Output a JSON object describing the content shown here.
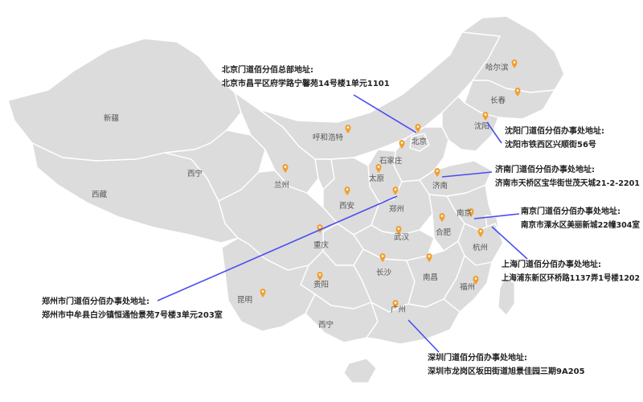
{
  "colors": {
    "land": "#dcdcdc",
    "marker": "#f0a030",
    "leader": "#4a4df0",
    "text": "#222222"
  },
  "cities": [
    {
      "key": "harbin",
      "label": "哈尔滨"
    },
    {
      "key": "changchun",
      "label": "长春"
    },
    {
      "key": "shenyang",
      "label": "沈阳"
    },
    {
      "key": "beijing",
      "label": "北京"
    },
    {
      "key": "shijiazhuang",
      "label": "石家庄"
    },
    {
      "key": "hohhot",
      "label": "呼和浩特"
    },
    {
      "key": "taiyuan",
      "label": "太原"
    },
    {
      "key": "jinan",
      "label": "济南"
    },
    {
      "key": "xian",
      "label": "西安"
    },
    {
      "key": "zhengzhou",
      "label": "郑州"
    },
    {
      "key": "nanjing",
      "label": "南京"
    },
    {
      "key": "hefei",
      "label": "合肥"
    },
    {
      "key": "hangzhou",
      "label": "杭州"
    },
    {
      "key": "wuhan",
      "label": "武汉"
    },
    {
      "key": "chongqing",
      "label": "重庆"
    },
    {
      "key": "changsha",
      "label": "长沙"
    },
    {
      "key": "nanchang",
      "label": "南昌"
    },
    {
      "key": "fuzhou",
      "label": "福州"
    },
    {
      "key": "guiyang",
      "label": "贵阳"
    },
    {
      "key": "kunming",
      "label": "昆明"
    },
    {
      "key": "nanning",
      "label": "西宁"
    },
    {
      "key": "guangzhou",
      "label": "广州"
    },
    {
      "key": "lanzhou",
      "label": "兰州"
    },
    {
      "key": "xining",
      "label": "西宁"
    },
    {
      "key": "xinjiang",
      "label": "新疆"
    },
    {
      "key": "tibet",
      "label": "西藏"
    }
  ],
  "offices": [
    {
      "key": "beijing",
      "title": "北京门道佰分佰总部地址:",
      "address": "北京市昌平区府学路宁馨苑14号楼1单元1101"
    },
    {
      "key": "shenyang",
      "title": "沈阳门道佰分佰办事处地址:",
      "address": "沈阳市铁西区兴顺街56号"
    },
    {
      "key": "jinan",
      "title": "济南门道佰分佰办事处地址:",
      "address": "济南市天桥区宝华街世茂天城21-2-2201"
    },
    {
      "key": "nanjing",
      "title": "南京门道佰分佰办事处地址:",
      "address": "南京市溧水区美丽新城22幢304室"
    },
    {
      "key": "shanghai",
      "title": "上海门道佰分佰办事处地址:",
      "address": "上海浦东新区环桥路1137弄1号楼1202"
    },
    {
      "key": "zhengzhou",
      "title": "郑州市门道佰分佰办事处地址:",
      "address": "郑州市中牟县白沙镇恒通怡景苑7号楼3单元203室"
    },
    {
      "key": "shenzhen",
      "title": "深圳门道佰分佰办事处地址:",
      "address": "深圳市龙岗区坂田街道旭景佳园三期9A205"
    }
  ]
}
